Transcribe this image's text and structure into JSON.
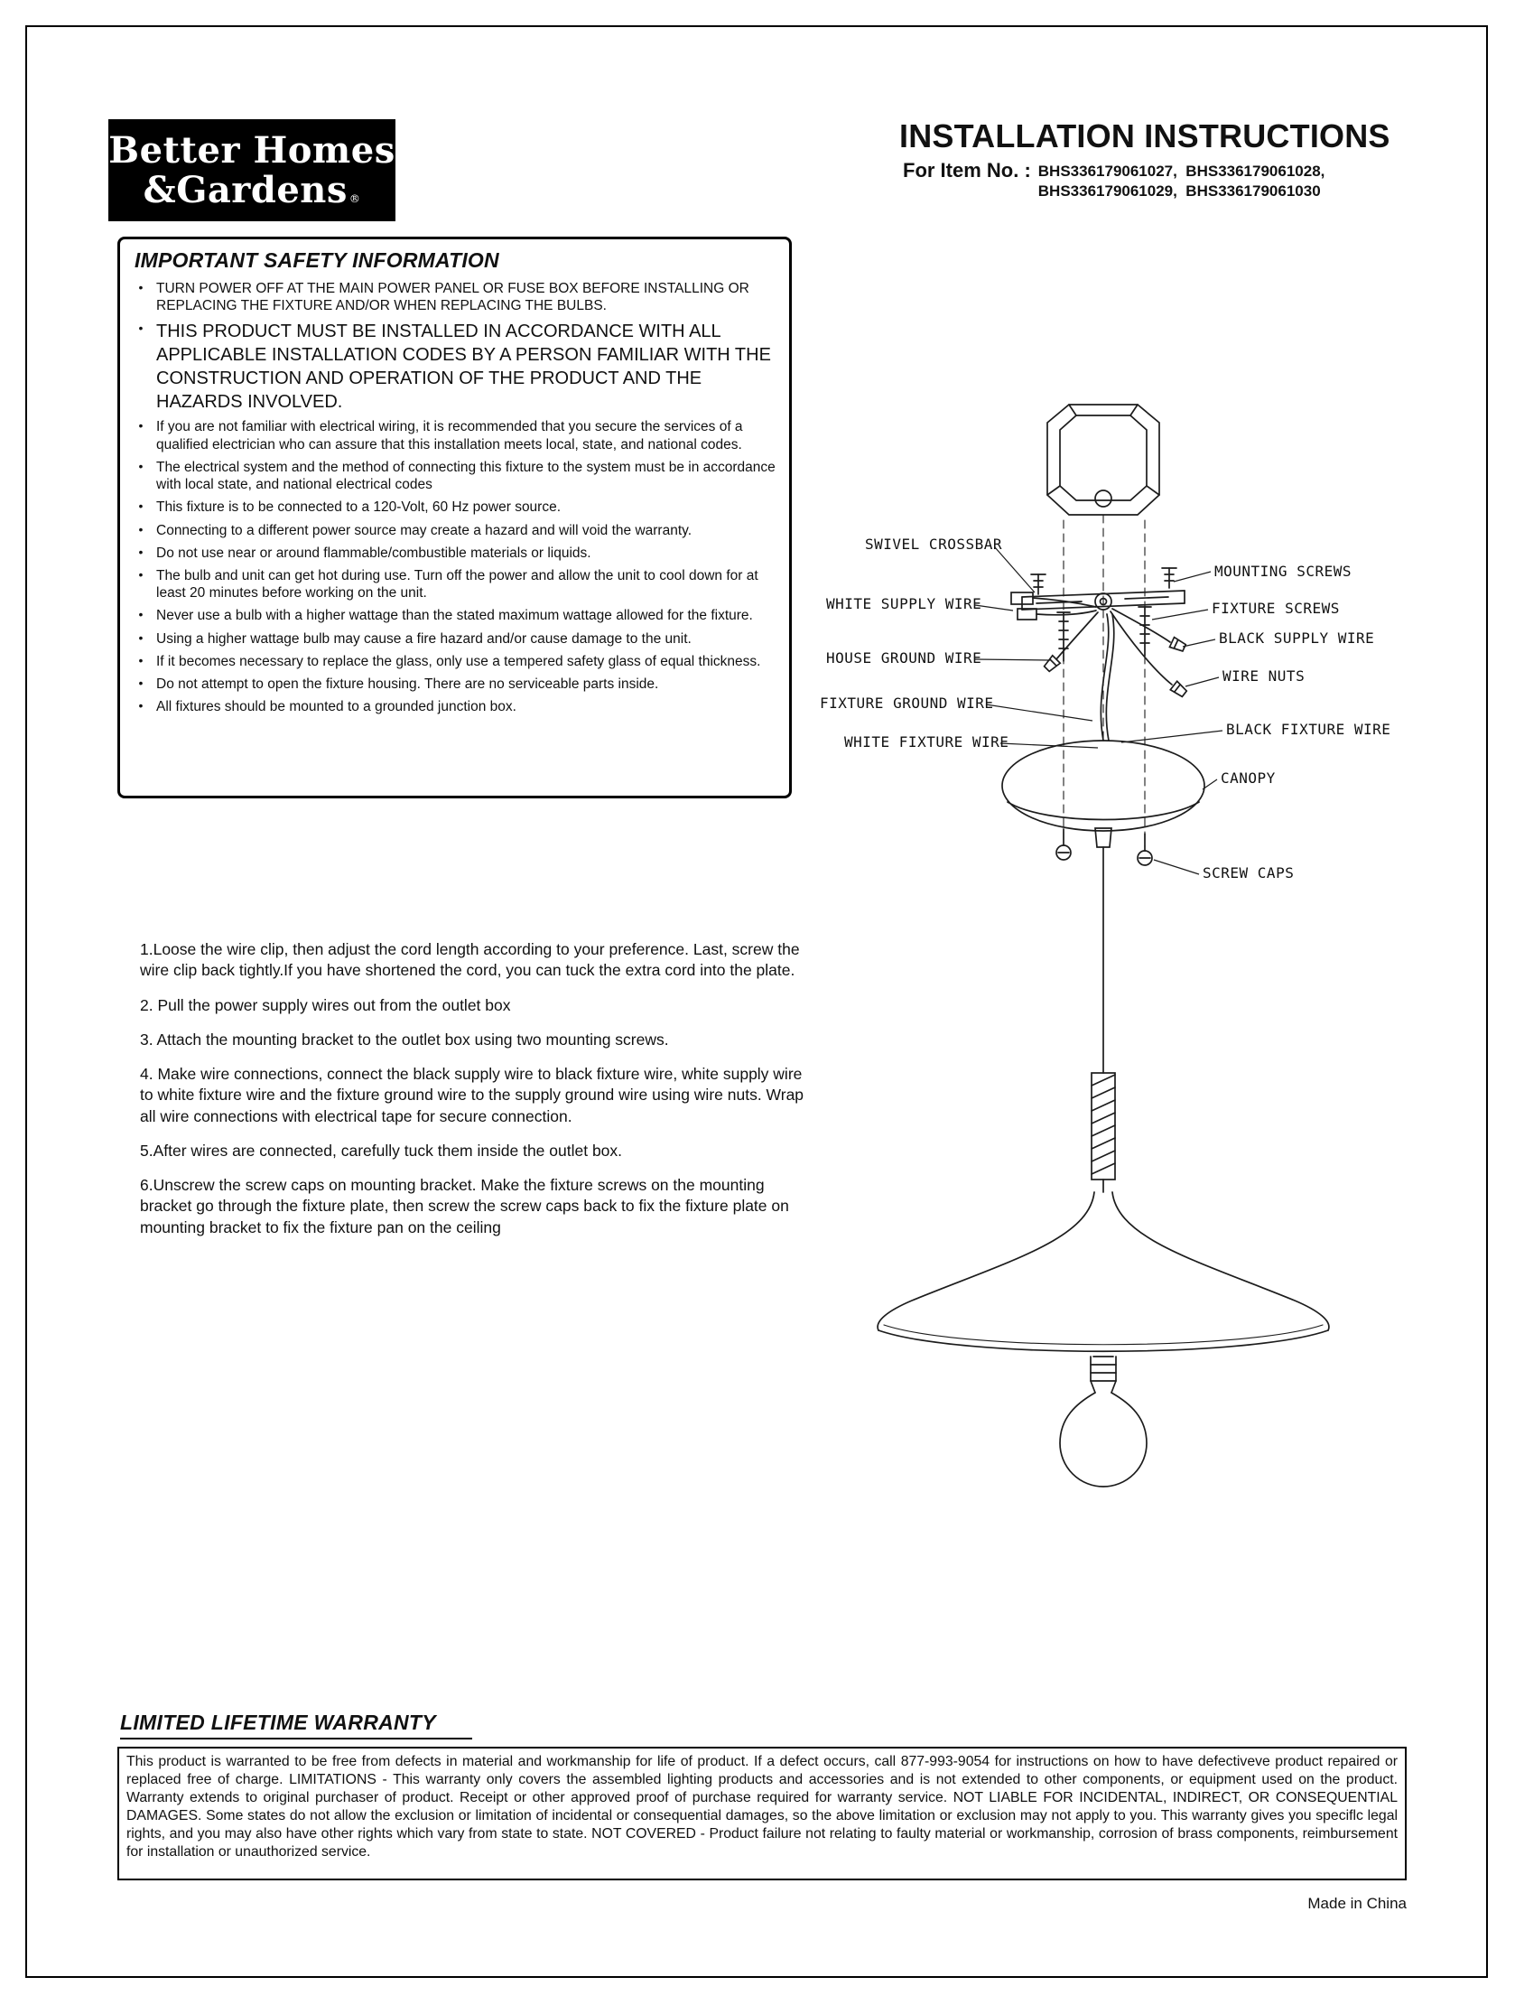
{
  "logo": {
    "line1": "Better Homes",
    "line2": "&Gardens",
    "registered": "®"
  },
  "header": {
    "title": "INSTALLATION INSTRUCTIONS",
    "item_label": "For Item No. :",
    "item_numbers_line1": "BHS336179061027,  BHS336179061028,",
    "item_numbers_line2": "BHS336179061029,  BHS336179061030"
  },
  "safety": {
    "title": "IMPORTANT SAFETY INFORMATION",
    "bullet_char": "•",
    "bullets": [
      "TURN POWER OFF AT THE MAIN POWER PANEL OR FUSE BOX BEFORE INSTALLING OR REPLACING THE FIXTURE AND/OR WHEN REPLACING THE BULBS.",
      "THIS PRODUCT MUST BE INSTALLED IN ACCORDANCE WITH ALL APPLICABLE INSTALLATION CODES BY A PERSON FAMILIAR WITH THE CONSTRUCTION AND OPERATION OF THE PRODUCT AND THE HAZARDS INVOLVED.",
      "If you are not familiar with electrical wiring, it is recommended that you secure the services of a qualified electrician who can assure that this installation meets local, state, and national codes.",
      "The electrical system and the method of connecting this fixture to the system must be in accordance with local state, and national electrical codes",
      "This fixture is to be connected to a 120-Volt, 60 Hz power source.",
      "Connecting to a different power source may create a hazard and will void the warranty.",
      "Do not use near or around flammable/combustible materials or liquids.",
      "The bulb and unit can get hot during use. Turn off the power and allow the unit to cool down for at least 20 minutes before working on the unit.",
      "Never use a bulb with a higher wattage than the stated maximum wattage allowed for the fixture.",
      "Using a higher wattage bulb may cause a fire hazard and/or cause damage to the unit.",
      "If it becomes necessary to replace the glass, only use a tempered safety glass of equal thickness.",
      "Do not attempt to open the fixture housing. There are no serviceable parts inside.",
      "All fixtures should be mounted to a grounded junction box."
    ]
  },
  "diagram": {
    "labels": {
      "swivel_crossbar": "SWIVEL CROSSBAR",
      "mounting_screws": "MOUNTING SCREWS",
      "white_supply_wire": "WHITE SUPPLY WIRE",
      "fixture_screws": "FIXTURE SCREWS",
      "black_supply_wire": "BLACK SUPPLY WIRE",
      "house_ground_wire": "HOUSE GROUND WIRE",
      "wire_nuts": "WIRE NUTS",
      "fixture_ground_wire": "FIXTURE GROUND WIRE",
      "black_fixture_wire": "BLACK FIXTURE WIRE",
      "white_fixture_wire": "WHITE FIXTURE WIRE",
      "canopy": "CANOPY",
      "screw_caps": "SCREW CAPS"
    }
  },
  "steps": [
    "1.Loose the wire clip, then adjust the cord length according to your preference. Last, screw the wire clip back tightly.If you have shortened the cord, you can tuck the extra cord into the plate.",
    "2. Pull the power supply wires out from the outlet box",
    "3. Attach the mounting bracket to the outlet box using two mounting screws.",
    "4. Make wire connections, connect the black supply wire to black fixture wire, white supply wire to white fixture wire and the fixture ground wire to the supply ground wire using wire nuts. Wrap all wire connections with electrical tape for secure connection.",
    "5.After wires are connected, carefully tuck them inside the outlet box.",
    "6.Unscrew the screw caps on mounting bracket. Make the fixture screws on the mounting bracket go through the fixture plate, then screw the screw caps back to fix the fixture plate on mounting bracket to fix the fixture pan on the ceiling"
  ],
  "warranty": {
    "title": "LIMITED LIFETIME WARRANTY",
    "body": "This product is warranted to be free from defects in material and workmanship for life of product. If a defect occurs, call 877-993-9054 for instructions on how to have defectiveve product repaired or replaced free of charge. LIMITATIONS - This warranty only covers the assembled lighting products and accessories and is not extended to other components, or equipment used on the product. Warranty extends to original purchaser of product. Receipt or other approved proof of purchase required for warranty service. NOT LIABLE FOR INCIDENTAL, INDIRECT, OR CONSEQUENTIAL DAMAGES. Some states do not allow the exclusion or limitation of incidental or consequential damages, so the above limitation or exclusion may not apply to you. This warranty gives you speciflc legal rights, and you may also have other rights which vary from state to state. NOT COVERED - Product failure not relating to faulty material or workmanship, corrosion of brass components, reimbursement for installation or unauthorized service."
  },
  "footer": {
    "made_in": "Made in China"
  }
}
